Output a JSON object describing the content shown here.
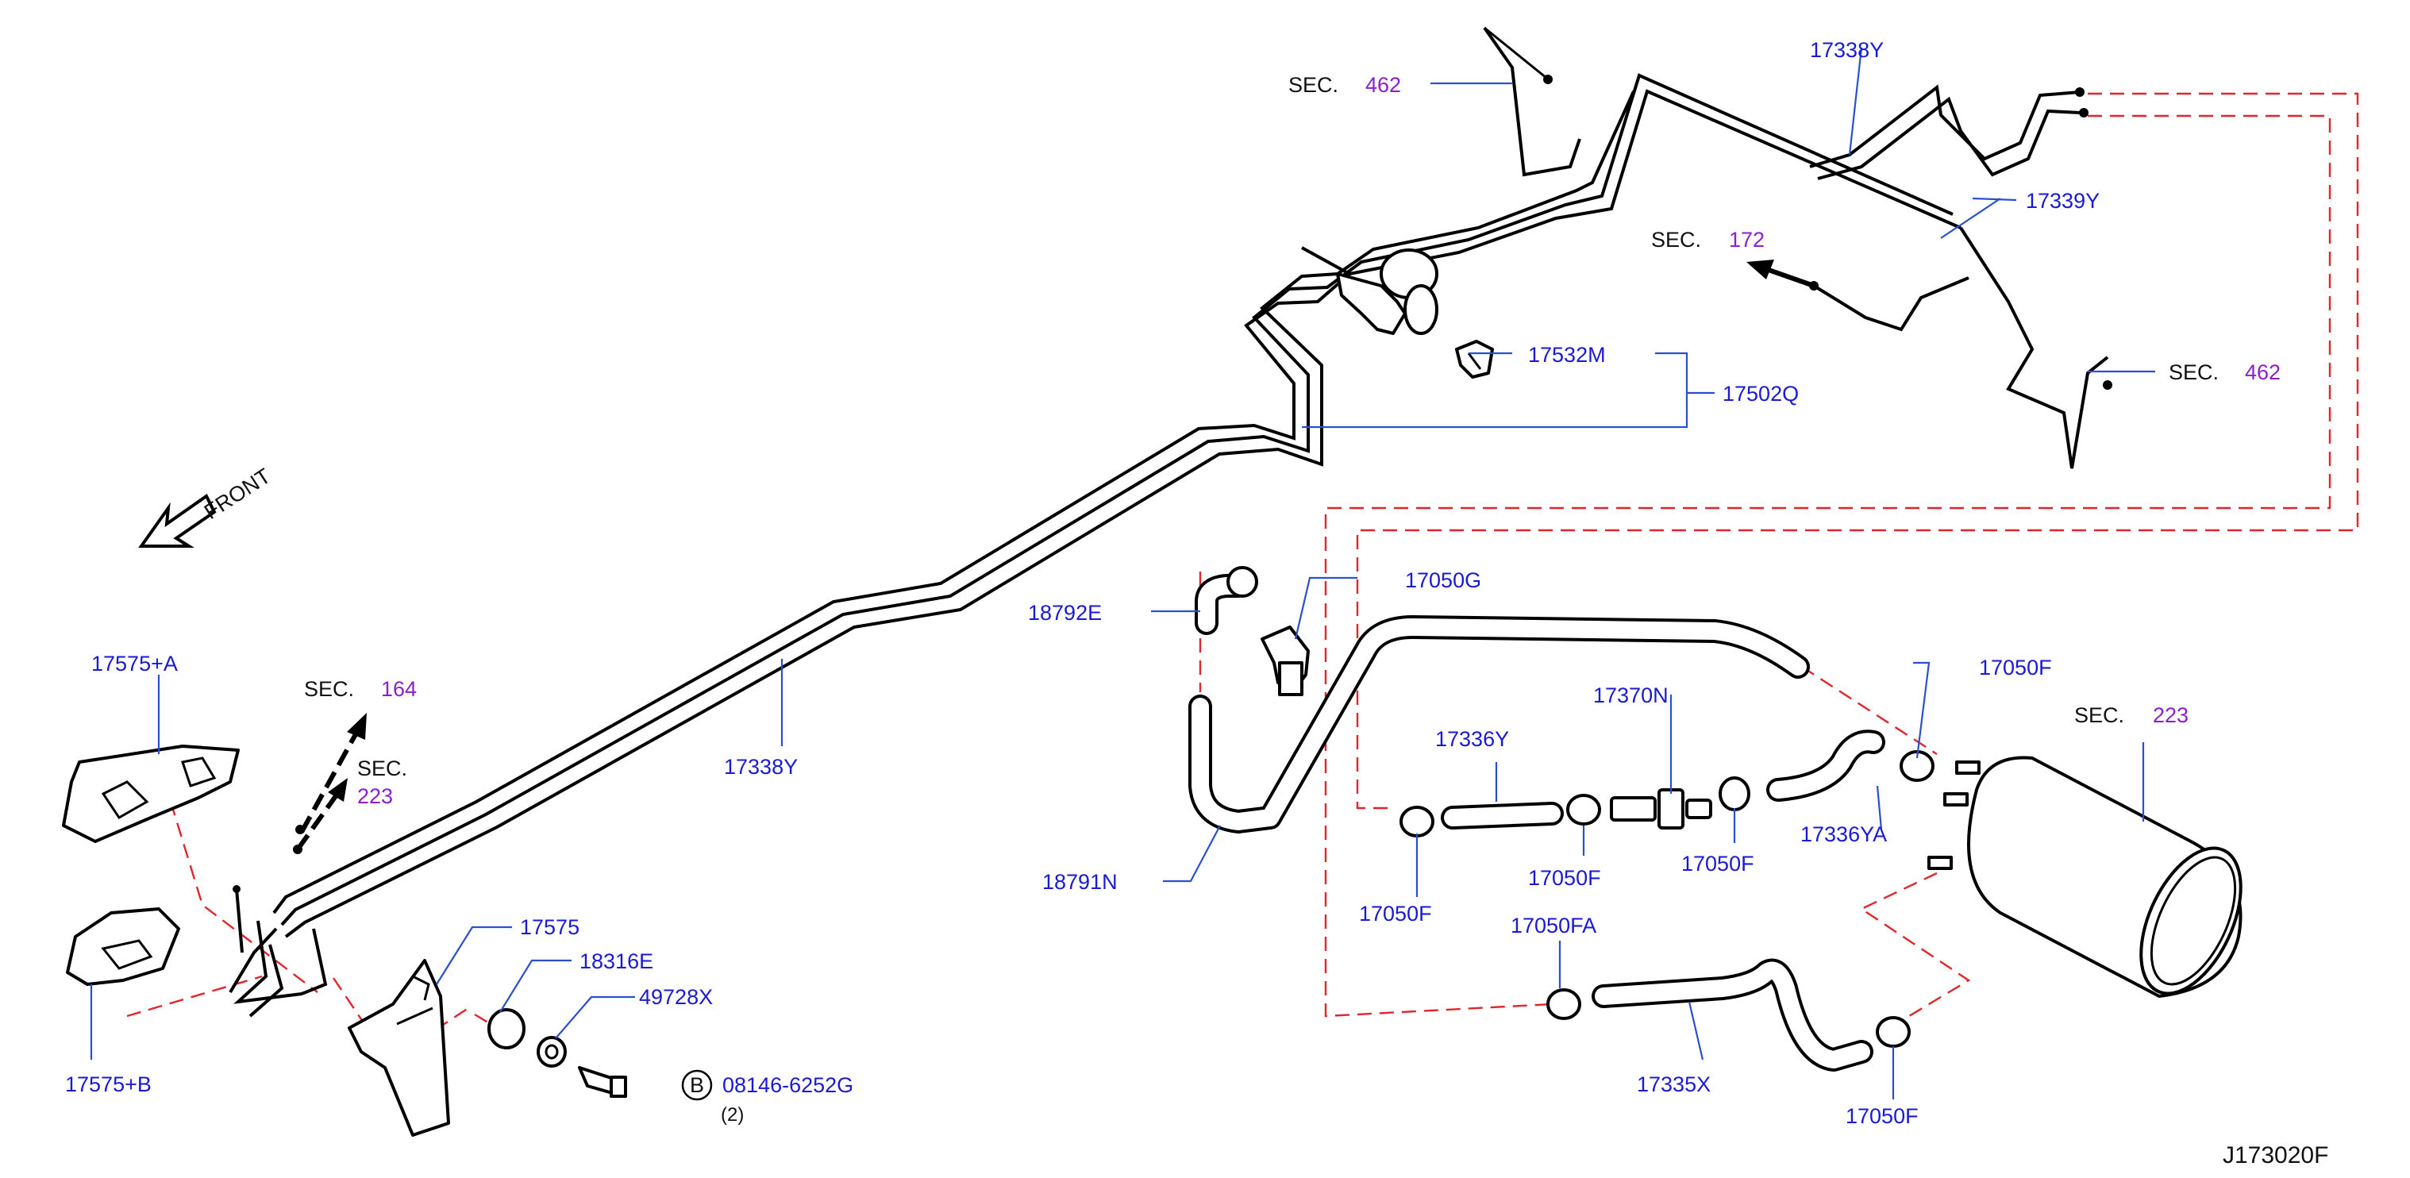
{
  "diagram": {
    "drawing_id": "J173020F",
    "front_label": "FRONT",
    "sec_word": "SEC.",
    "bolt_marker": "B",
    "bolt_qty": "(2)",
    "parts": {
      "p17338Y_top": "17338Y",
      "p17339Y": "17339Y",
      "p17532M": "17532M",
      "p17502Q": "17502Q",
      "p17050G": "17050G",
      "p18792E": "18792E",
      "p17575A": "17575+A",
      "p17338Y_bottom": "17338Y",
      "p17336Y": "17336Y",
      "p17370N": "17370N",
      "p17050F_right": "17050F",
      "p17050F_a": "17050F",
      "p17050F_b": "17050F",
      "p17050F_c": "17050F",
      "p17336YA": "17336YA",
      "p18791N": "18791N",
      "p17575": "17575",
      "p18316E": "18316E",
      "p49728X": "49728X",
      "p17050FA": "17050FA",
      "p17575B": "17575+B",
      "p08146": "08146-6252G",
      "p17335X": "17335X",
      "p17050F_bottom": "17050F"
    },
    "sections": {
      "s462_top": "462",
      "s172": "172",
      "s462_right": "462",
      "s164": "164",
      "s223_left": "223",
      "s223_right": "223"
    }
  }
}
